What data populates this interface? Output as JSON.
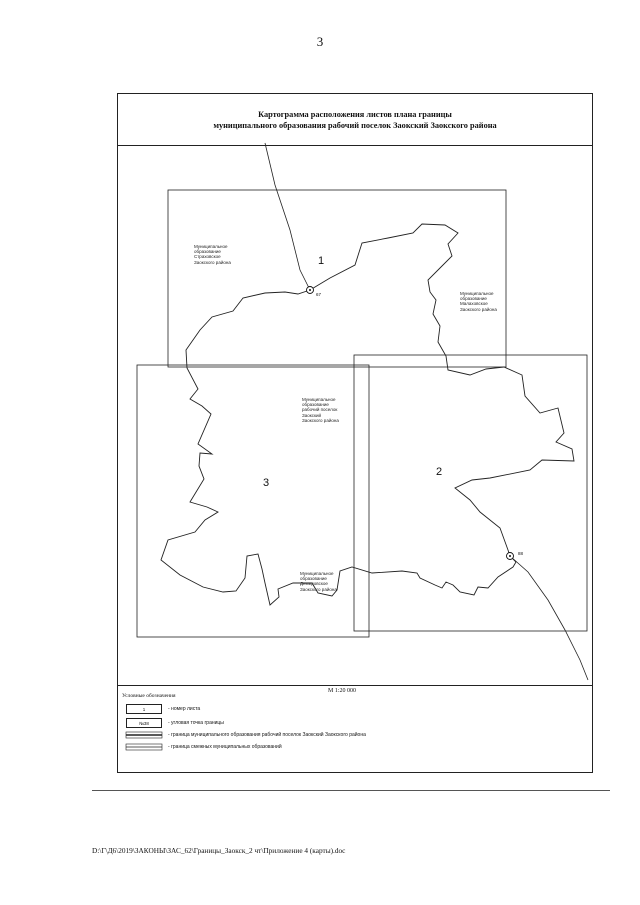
{
  "page_number": "3",
  "title": {
    "line1": "Картограмма расположения листов плана границы",
    "line2": "муниципального образования рабочий поселок Заокский Заокского района"
  },
  "sheets": {
    "s1": "1",
    "s2": "2",
    "s3": "3"
  },
  "points": {
    "p1": "67",
    "p2": "88"
  },
  "area_labels": {
    "a1": [
      "Муниципальное",
      "образование",
      "Страховское",
      "Заокского района"
    ],
    "a2": [
      "Муниципальное",
      "образование",
      "Малаховское",
      "Заокского района"
    ],
    "a3": [
      "Муниципальное",
      "образование",
      "рабочий поселок",
      "Заокский",
      "Заокского района"
    ],
    "a4": [
      "Муниципальное",
      "образование",
      "Демидовское",
      "Заокского района"
    ]
  },
  "scale": "М 1:20 000",
  "legend": {
    "title": "Условные обозначения",
    "items": [
      {
        "symbol": "1",
        "text": "- номер листа"
      },
      {
        "symbol": "№38",
        "text": "- угловая точка границы"
      },
      {
        "symbol": "",
        "text": "- граница муниципального образования рабочий поселок Заокский Заокского района"
      },
      {
        "symbol": "",
        "text": "- граница смежных муниципальных образований"
      }
    ]
  },
  "footer_path": "D:\\Г\\Д6\\2019\\ЗАКОНЫ\\ЗАС_62\\Границы_Заокск_2 чт\\Приложение 4 (карты).doc"
}
